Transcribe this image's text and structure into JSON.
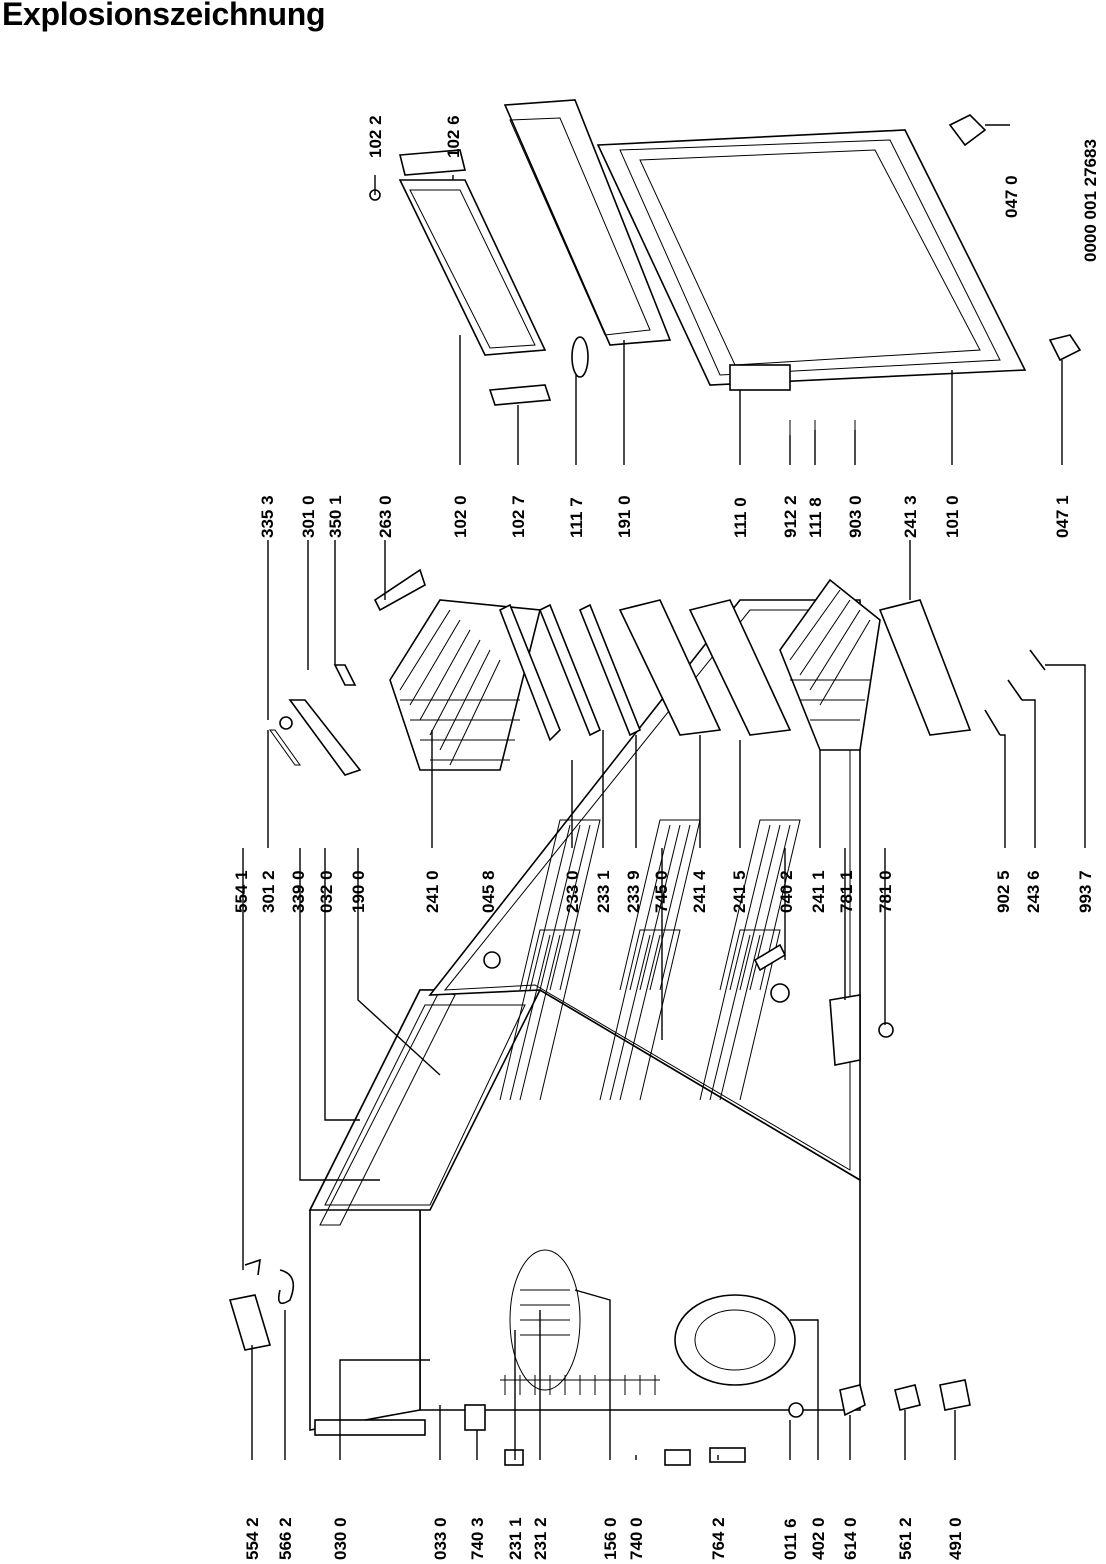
{
  "title": "Explosionszeichnung",
  "document_code": "0000 001 27683",
  "labels": [
    "554 1",
    "301 2",
    "339 0",
    "032 0",
    "190 0",
    "241 0",
    "045 8",
    "233 0",
    "233 1",
    "233 9",
    "745 0",
    "241 4",
    "241 5",
    "040 2",
    "241 1",
    "781 1",
    "781 0",
    "902 5",
    "243 6",
    "993 7",
    "335 3",
    "301 0",
    "350 1",
    "263 0",
    "102 0",
    "102 7",
    "111 7",
    "191 0",
    "111 0",
    "912 2",
    "111 8",
    "903 0",
    "241 3",
    "101 0",
    "047 1",
    "102 2",
    "102 6",
    "047 0",
    "554 2",
    "566 2",
    "030 0",
    "033 0",
    "740 3",
    "231 1",
    "231 2",
    "156 0",
    "740 0",
    "764 2",
    "011 6",
    "402 0",
    "614 0",
    "561 2",
    "491 0"
  ]
}
